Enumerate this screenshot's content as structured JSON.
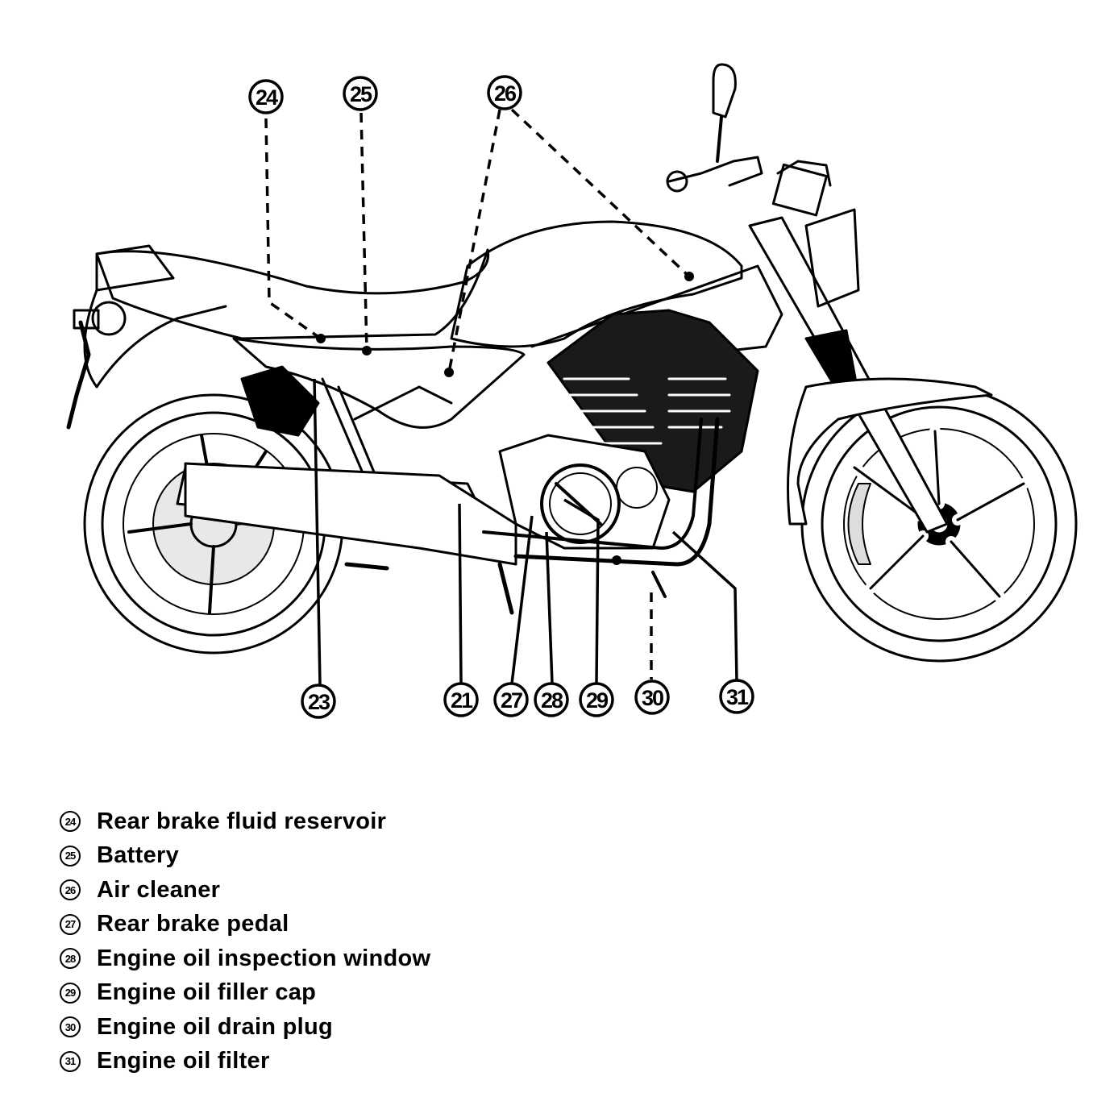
{
  "callouts": [
    {
      "num": "24"
    },
    {
      "num": "25"
    },
    {
      "num": "26"
    },
    {
      "num": "23"
    },
    {
      "num": "21"
    },
    {
      "num": "27"
    },
    {
      "num": "28"
    },
    {
      "num": "29"
    },
    {
      "num": "30"
    },
    {
      "num": "31"
    }
  ],
  "legend": [
    {
      "num": "24",
      "label": "Rear brake fluid reservoir"
    },
    {
      "num": "25",
      "label": "Battery"
    },
    {
      "num": "26",
      "label": "Air cleaner"
    },
    {
      "num": "27",
      "label": "Rear brake pedal"
    },
    {
      "num": "28",
      "label": "Engine oil inspection window"
    },
    {
      "num": "29",
      "label": "Engine oil filler cap"
    },
    {
      "num": "30",
      "label": "Engine oil drain plug"
    },
    {
      "num": "31",
      "label": "Engine oil filter"
    }
  ]
}
